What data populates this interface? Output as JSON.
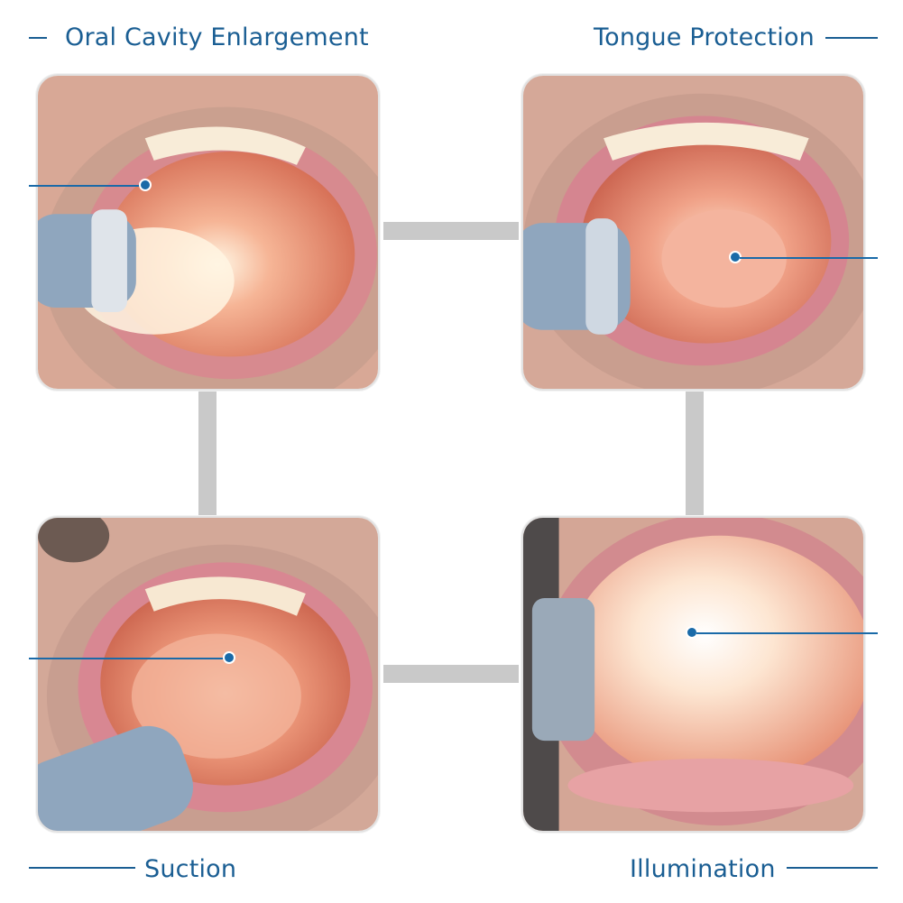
{
  "features": [
    {
      "id": "oral-cavity",
      "title": "Oral Cavity Enlargement"
    },
    {
      "id": "tongue-protection",
      "title": "Tongue Protection"
    },
    {
      "id": "suction",
      "title": "Suction"
    },
    {
      "id": "illumination",
      "title": "Illumination"
    }
  ],
  "colors": {
    "accent": "#1a5e93",
    "pointer": "#1a6aa8",
    "connector": "#c9c9c9",
    "skin": "#d9a48f",
    "lip": "#d9828a",
    "mouth_interior": "#e9826a",
    "device": "#8fa6be"
  },
  "icons": {
    "panel_images": [
      "mouth-photo",
      "mouth-photo",
      "mouth-photo",
      "mouth-photo"
    ]
  }
}
